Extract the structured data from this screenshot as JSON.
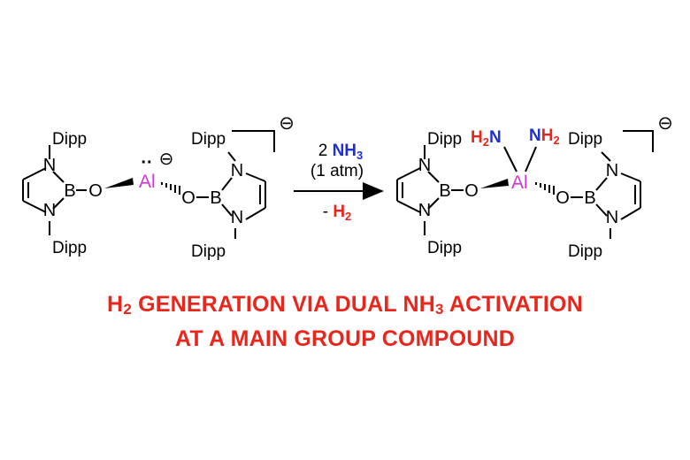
{
  "colors": {
    "aluminium": "#d436d4",
    "nitrogen_reagent": "#1f2fd0",
    "hydrogen_highlight": "#e8261c",
    "bonds": "#000000"
  },
  "atoms": {
    "N": "N",
    "B": "B",
    "O": "O",
    "Al": "Al",
    "dipp": "Dipp"
  },
  "reactant": {
    "al_label": "Al",
    "lone_pair": "··",
    "al_charge": "⊖",
    "complex_charge": "⊖"
  },
  "reaction_arrow": {
    "reagent_coeff": "2 ",
    "reagent_N": "NH",
    "reagent_sub": "3",
    "conditions": "(1 atm)",
    "byproduct_sign": "- ",
    "byproduct_H": "H",
    "byproduct_sub": "2"
  },
  "product": {
    "al_label": "Al",
    "amide_left": "H2N",
    "amide_left_H": "H",
    "amide_left_sub": "2",
    "amide_left_N": "N",
    "amide_right_N": "N",
    "amide_right_H": "H",
    "amide_right_sub": "2",
    "complex_charge": "⊖"
  },
  "caption": {
    "line1_a": "H",
    "line1_sub": "2",
    "line1_b": " GENERATION VIA DUAL NH",
    "line1_sub2": "3",
    "line1_c": " ACTIVATION",
    "line2": "AT A MAIN GROUP COMPOUND"
  }
}
